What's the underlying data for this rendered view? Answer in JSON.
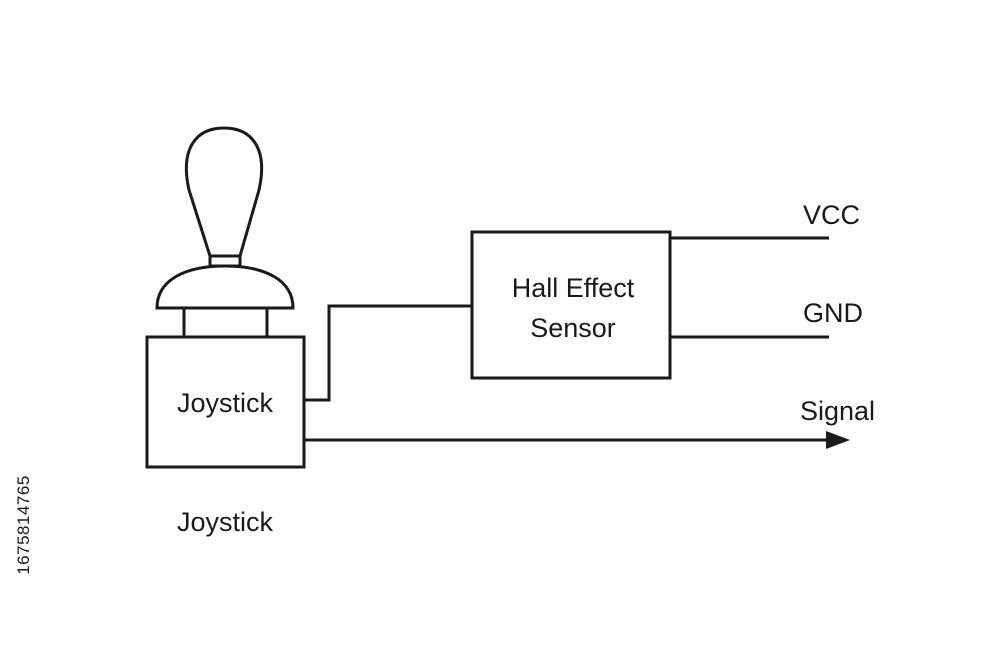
{
  "diagram": {
    "joystick_box_label": "Joystick",
    "joystick_caption": "Joystick",
    "sensor_label_line1": "Hall Effect",
    "sensor_label_line2": "Sensor",
    "vcc_label": "VCC",
    "gnd_label": "GND",
    "signal_label": "Signal"
  },
  "watermark": {
    "id_text": "1675814765"
  }
}
